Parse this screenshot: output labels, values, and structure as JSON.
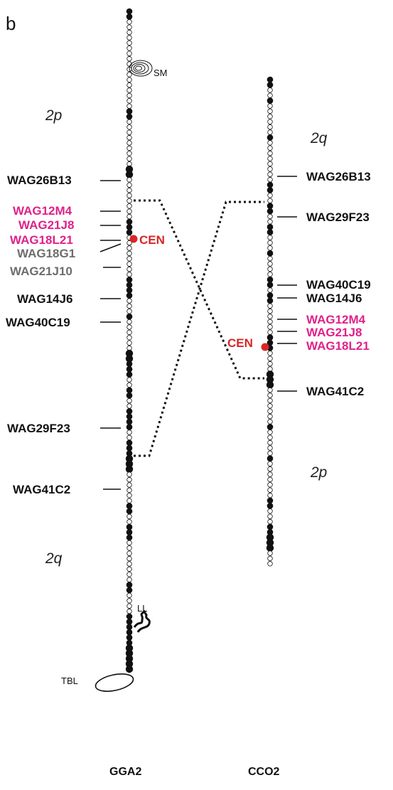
{
  "panel_label": "b",
  "colors": {
    "black": "#111111",
    "magenta": "#e0218a",
    "gray": "#6d6d6d",
    "red": "#d62728"
  },
  "chromosomes": {
    "left": {
      "name": "GGA2",
      "arm_top": "2p",
      "arm_bottom": "2q",
      "features": {
        "sm": "SM",
        "ll": "LL",
        "tbl": "TBL",
        "cen": "CEN"
      },
      "markers": [
        {
          "label": "WAG26B13",
          "color": "black"
        },
        {
          "label": "WAG12M4",
          "color": "magenta"
        },
        {
          "label": "WAG21J8",
          "color": "magenta"
        },
        {
          "label": "WAG18L21",
          "color": "magenta"
        },
        {
          "label": "WAG18G1",
          "color": "gray"
        },
        {
          "label": "WAG21J10",
          "color": "gray"
        },
        {
          "label": "WAG14J6",
          "color": "black"
        },
        {
          "label": "WAG40C19",
          "color": "black"
        },
        {
          "label": "WAG29F23",
          "color": "black"
        },
        {
          "label": "WAG41C2",
          "color": "black"
        }
      ]
    },
    "right": {
      "name": "CCO2",
      "arm_top": "2q",
      "arm_bottom": "2p",
      "features": {
        "cen": "CEN"
      },
      "markers": [
        {
          "label": "WAG26B13",
          "color": "black"
        },
        {
          "label": "WAG29F23",
          "color": "black"
        },
        {
          "label": "WAG40C19",
          "color": "black"
        },
        {
          "label": "WAG14J6",
          "color": "black"
        },
        {
          "label": "WAG12M4",
          "color": "magenta"
        },
        {
          "label": "WAG21J8",
          "color": "magenta"
        },
        {
          "label": "WAG18L21",
          "color": "magenta"
        },
        {
          "label": "WAG41C2",
          "color": "black"
        }
      ]
    }
  }
}
